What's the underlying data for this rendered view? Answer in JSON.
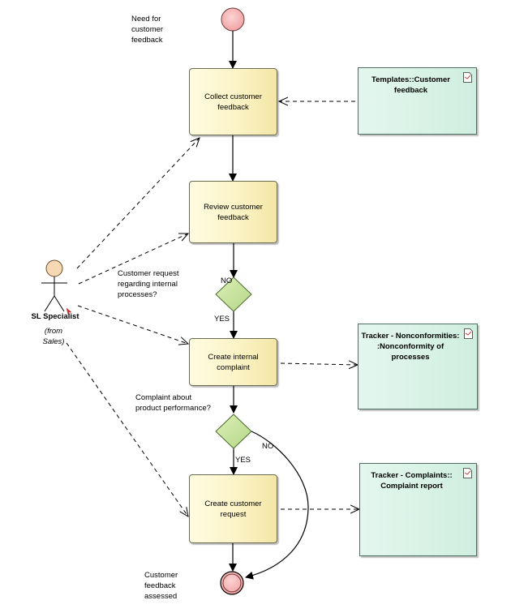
{
  "start_label": "Need for\ncustomer\nfeedback",
  "end_label": "Customer\nfeedback\nassessed",
  "actor": {
    "name": "SL Specialist",
    "from": "(from\nSales)"
  },
  "activities": {
    "collect": "Collect customer\nfeedback",
    "review": "Review customer\nfeedback",
    "internal": "Create internal\ncomplaint",
    "request": "Create customer\nrequest"
  },
  "decisions": {
    "d1_question": "Customer request\nregarding internal\nprocesses?",
    "d1_no": "NO",
    "d1_yes": "YES",
    "d2_question": "Complaint about\nproduct performance?",
    "d2_no": "NO",
    "d2_yes": "YES"
  },
  "artifacts": {
    "templates": "Templates::Customer\nfeedback",
    "nonconformities": "Tracker - Nonconformities:\n:Nonconformity of\nprocesses",
    "complaints": "Tracker - Complaints::\nComplaint report"
  },
  "colors": {
    "start_fill": "#f7b9b9",
    "decision_fill": "#c8e29c",
    "activity_fill": "#fbf2c3",
    "artifact_fill": "#d4f0e3"
  },
  "icons": [
    "document-icon",
    "stick-figure-icon"
  ]
}
